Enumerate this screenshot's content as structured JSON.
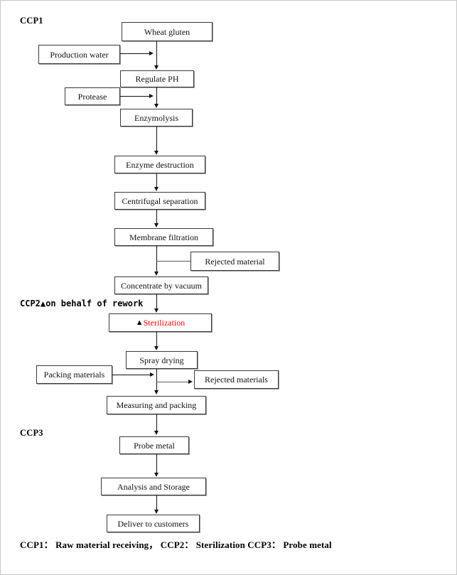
{
  "diagram": {
    "title": "HACCP process flow diagram",
    "accent_color": "#ff0000",
    "line_color": "#111111",
    "box_border_color": "#3a3a3a",
    "triangle_glyph": "▲"
  },
  "annotations": {
    "ccp1": "CCP1",
    "ccp2": "CCP2▲on behalf of rework",
    "ccp3": "CCP3"
  },
  "nodes": {
    "wheat_gluten": "Wheat gluten",
    "production_water": "Production water",
    "regulate_ph": "Regulate PH",
    "protease": "Protease",
    "enzymolysis": "Enzymolysis",
    "enzyme_destruction": "Enzyme destruction",
    "centrifugal_separation": "Centrifugal separation",
    "membrane_filtration": "Membrane filtration",
    "rejected_material": "Rejected material",
    "concentrate_by_vacuum": "Concentrate by vacuum",
    "sterilization": "Sterilization",
    "spray_drying": "Spray drying",
    "packing_materials": "Packing materials",
    "rejected_materials": "Rejected materials",
    "measuring_and_packing": "Measuring and packing",
    "probe_metal": "Probe metal",
    "analysis_and_storage": "Analysis and Storage",
    "deliver_to_customers": "Deliver to customers"
  },
  "legend": {
    "line": "CCP1： Raw material receiving， CCP2： Sterilization   CCP3： Probe metal"
  }
}
